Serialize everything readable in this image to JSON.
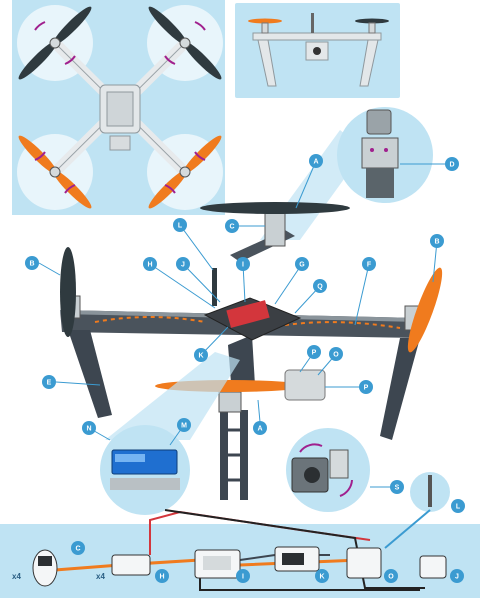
{
  "colors": {
    "panel": "#bfe3f3",
    "panel_dark": "#9fd3ec",
    "callout": "#3b9bd1",
    "arm": "#3d4650",
    "propeller_black": "#2f3a3f",
    "propeller_orange": "#f07b1e",
    "rotation": "#a0208e",
    "battery": "#1f6fd0",
    "wire_red": "#d3363c",
    "wire_black": "#222222"
  },
  "icons": {
    "top_view": "quadcopter-top-view-icon",
    "front_view": "quadcopter-front-view-icon",
    "motor_mount": "motor-mount-detail-icon",
    "battery": "battery-pack-icon",
    "gimbal": "camera-gimbal-icon"
  },
  "callouts": {
    "A": "A",
    "B": "B",
    "C": "C",
    "D": "D",
    "E": "E",
    "F": "F",
    "G": "G",
    "H": "H",
    "I": "I",
    "J": "J",
    "K": "K",
    "L": "L",
    "M": "M",
    "N": "N",
    "O": "O",
    "P": "P",
    "Q": "Q",
    "S": "S"
  },
  "counts": {
    "motors": "x4",
    "escs": "x4"
  }
}
